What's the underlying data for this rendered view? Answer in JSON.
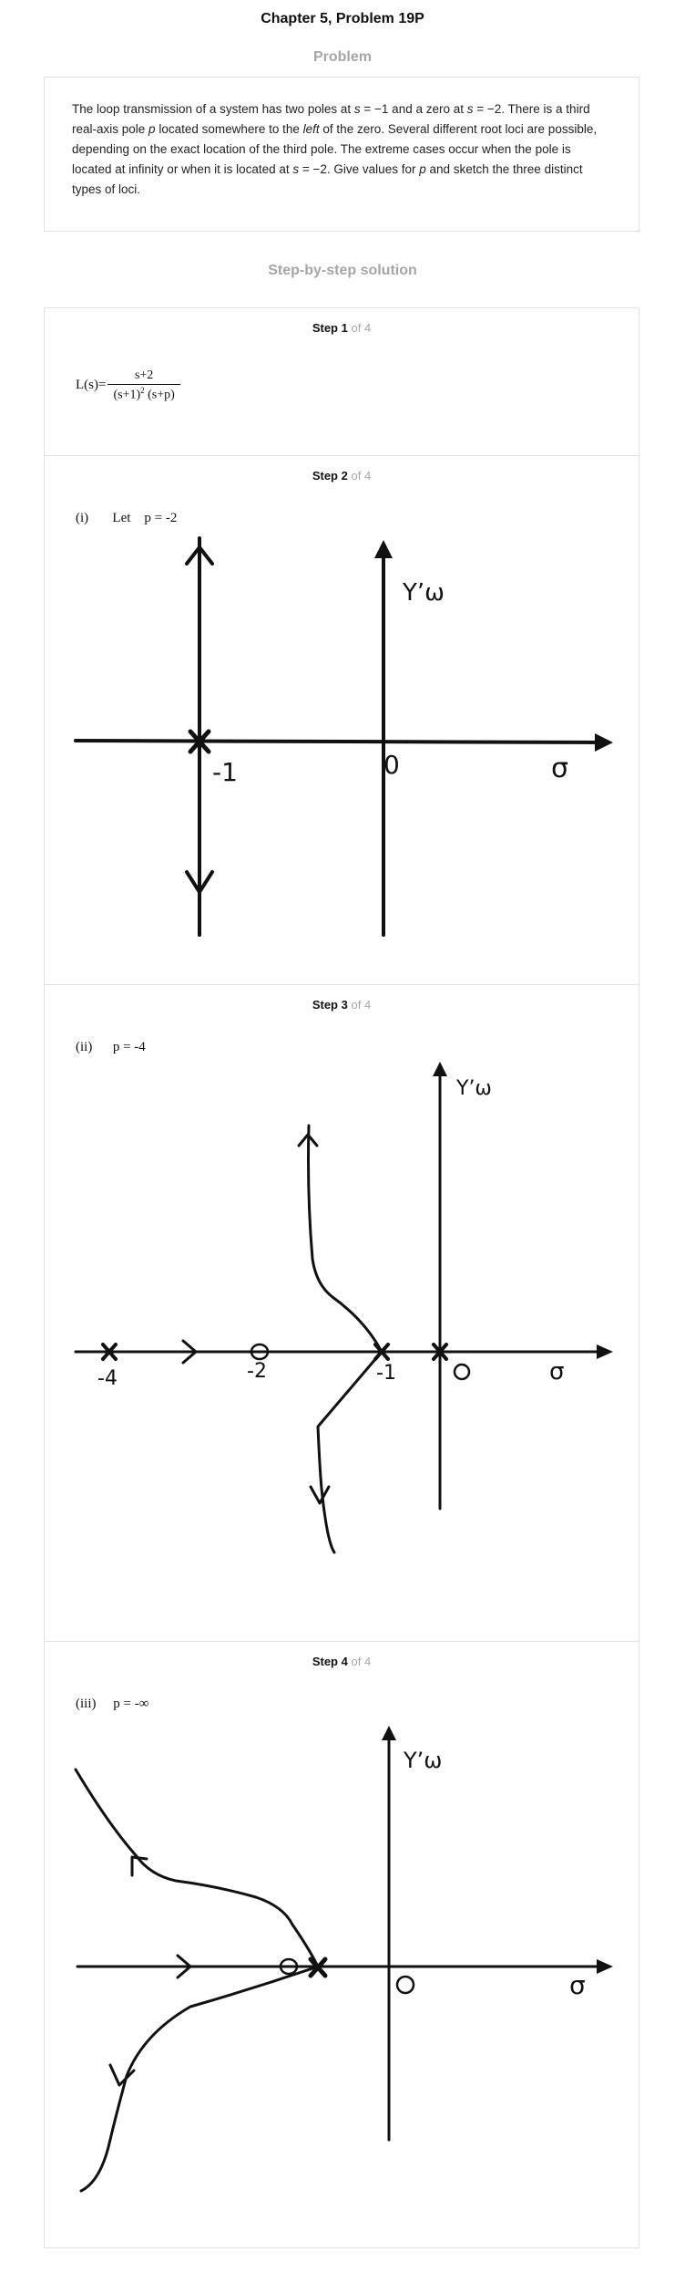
{
  "header": {
    "title": "Chapter 5, Problem 19P",
    "problem_heading": "Problem",
    "solution_heading": "Step-by-step solution"
  },
  "problem": {
    "text_1": "The loop transmission of a system has two poles at ",
    "s1": "s",
    "text_2": " = −1 and a zero at ",
    "s2": "s",
    "text_3": " = −2. There is a third real-axis pole ",
    "p1": "p",
    "text_4": " located somewhere to the ",
    "left": "left",
    "text_5": " of the zero. Several different root loci are possible, depending on the exact location of the third pole. The extreme cases occur when the pole is located at infinity or when it is located at ",
    "s3": "s",
    "text_6": " = −2. Give values for ",
    "p2": "p",
    "text_7": " and sketch the three distinct types of loci."
  },
  "steps": [
    {
      "word": "Step",
      "number": "1",
      "of": "of 4",
      "formula": {
        "lhs": "L(s)=",
        "numerator": "s+2",
        "den_a": "(s+1)",
        "den_exp": "2",
        "den_b": "(s+p)"
      }
    },
    {
      "word": "Step",
      "number": "2",
      "of": "of 4",
      "case": "(i)       Let    p = -2",
      "plot": {
        "jw": "Y’ω",
        "sigma": "σ",
        "origin": "0",
        "tick": "-1"
      }
    },
    {
      "word": "Step",
      "number": "3",
      "of": "of 4",
      "case": "(ii)      p = -4",
      "plot": {
        "jw": "Y’ω",
        "sigma": "σ",
        "tick_a": "-4",
        "tick_b": "-2",
        "tick_c": "-1"
      }
    },
    {
      "word": "Step",
      "number": "4",
      "of": "of 4",
      "case": "(iii)     p = -∞",
      "plot": {
        "jw": "Y’ω",
        "sigma": "σ"
      }
    }
  ]
}
